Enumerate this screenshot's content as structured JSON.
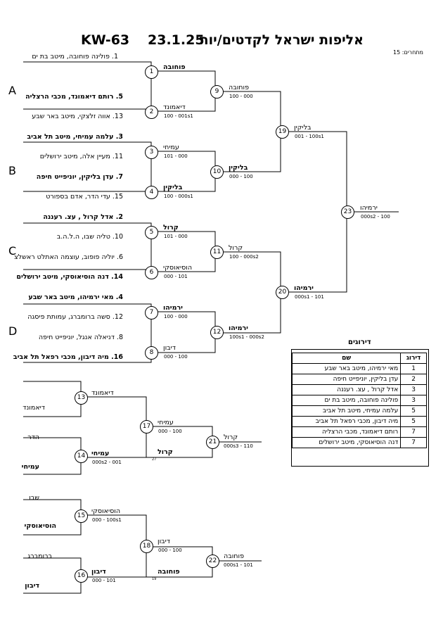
{
  "header": {
    "code": "KW-63",
    "date": "23.1.25",
    "title": "אליפות ישראל לקדטים/יות",
    "participants": "מתחרים: 15"
  },
  "groups": [
    "A",
    "B",
    "C",
    "D"
  ],
  "first_round": [
    {
      "num": 1,
      "p1": "1. פולינה פוחובה, מיטב בת ים",
      "p1_bold": false,
      "p2": "",
      "winner": "פוחובה",
      "score": ""
    },
    {
      "num": 2,
      "p1": "5. רותם דיאמונד, מכבי הרצליה",
      "p1_bold": true,
      "p2": "13. אווה זלצקי, מיטב באר שבע",
      "winner": "דיאמונד",
      "score": "100 - 001s1"
    },
    {
      "num": 3,
      "p1": "3. עלמה עמיחי, מיטב תל אביב",
      "p1_bold": true,
      "p2": "11. מעיין אלה, מיטב ירושלים",
      "winner": "עמיחי",
      "score": "101 - 000"
    },
    {
      "num": 4,
      "p1": "7. עדן בליקין, יוניפייט חיפה",
      "p1_bold": true,
      "p2": "15. עדי הדר, אדם בספורט",
      "winner": "בליקין",
      "score": "100 - 000s1"
    },
    {
      "num": 5,
      "p1": "2. אדל קרול , עצ. רעננה",
      "p1_bold": true,
      "p2": "10. טליה שבו, ה.ל.ה.ב",
      "winner": "קרול",
      "score": "101 - 000"
    },
    {
      "num": 6,
      "p1": "6. יוליה פופוב, עוצמה האתלט ראשלצ",
      "p1_bold": false,
      "p2": "14. דנה הוסיאוסקי, מיטב ירושלים",
      "p2_bold": true,
      "winner": "הוסיאוסקי",
      "score": "000 - 101"
    },
    {
      "num": 7,
      "p1": "4. מאי ירמיהו, מיטב באר שבע",
      "p1_bold": true,
      "p2": "12. סשה ברומברג, עמותת פיסגה",
      "winner": "ירמיהו",
      "score": "100 - 000"
    },
    {
      "num": 8,
      "p1": "8. דניאלה אנגל, יוניפייט חיפה",
      "p1_bold": false,
      "p2": "16. מיה דיבון, מכבי רפאל תל אביב",
      "p2_bold": true,
      "winner": "דיבון",
      "score": "000 - 100"
    }
  ],
  "quarter": [
    {
      "num": 9,
      "winner": "פוחובה",
      "score": "100 - 000"
    },
    {
      "num": 10,
      "winner": "בליקין",
      "score": "000 - 100"
    },
    {
      "num": 11,
      "winner": "קרול",
      "score": "100 - 000s2"
    },
    {
      "num": 12,
      "winner": "ירמיהו",
      "score": "100s1 - 000s2"
    }
  ],
  "semi": [
    {
      "num": 19,
      "winner": "בליקין",
      "score": "001 - 100s1"
    },
    {
      "num": 20,
      "winner": "ירמיהו",
      "score": "000s1 - 101"
    }
  ],
  "final": {
    "num": 23,
    "winner": "ירמיהו",
    "score": "000s2 - 100"
  },
  "repechage_a": {
    "m13": {
      "num": 13,
      "top": "",
      "bottom": "דיאמונד",
      "winner": "דיאמונד",
      "score": ""
    },
    "m14": {
      "num": 14,
      "top": "הדר",
      "bottom": "עמיחי",
      "winner": "עמיחי",
      "score": "000s2 - 001"
    },
    "m17": {
      "num": 17,
      "top": "עמיחי",
      "bottom": "קרול",
      "score": "000 - 100",
      "note": "27"
    },
    "m21": {
      "num": 21,
      "winner": "קרול",
      "score": "000s3 - 110"
    }
  },
  "repechage_b": {
    "m15": {
      "num": 15,
      "top": "שבו",
      "bottom": "הוסיאוסקי",
      "winner": "הוסיאוסקי",
      "score": "000 - 100s1"
    },
    "m16": {
      "num": 16,
      "top": "ברומברג",
      "bottom": "דיבון",
      "winner": "דיבון",
      "score": "000 - 101"
    },
    "m18": {
      "num": 18,
      "top": "דיבון",
      "bottom": "פוחובה",
      "score": "000 - 100",
      "note": "19"
    },
    "m22": {
      "num": 22,
      "winner": "פוחובה",
      "score": "000s1 - 101"
    }
  },
  "ranking": {
    "title": "דירוגים",
    "col_name": "שם",
    "col_rank": "דירוג",
    "rows": [
      {
        "rank": "1",
        "name": "מאי ירמיהו, מיטב באר שבע"
      },
      {
        "rank": "2",
        "name": "עדן בליקין, יוניפייט חיפה"
      },
      {
        "rank": "3",
        "name": "אדל קרול , עצ. רעננה"
      },
      {
        "rank": "3",
        "name": "פולינה פוחובה, מיטב בת ים"
      },
      {
        "rank": "5",
        "name": "עלמה עמיחי, מיטב תל אביב"
      },
      {
        "rank": "5",
        "name": "מיה דיבון, מכבי רפאל תל אביב"
      },
      {
        "rank": "7",
        "name": "רותם דיאמונד, מכבי הרצליה"
      },
      {
        "rank": "7",
        "name": "דנה הוסיאוסקי, מיטב ירושלים"
      }
    ]
  }
}
